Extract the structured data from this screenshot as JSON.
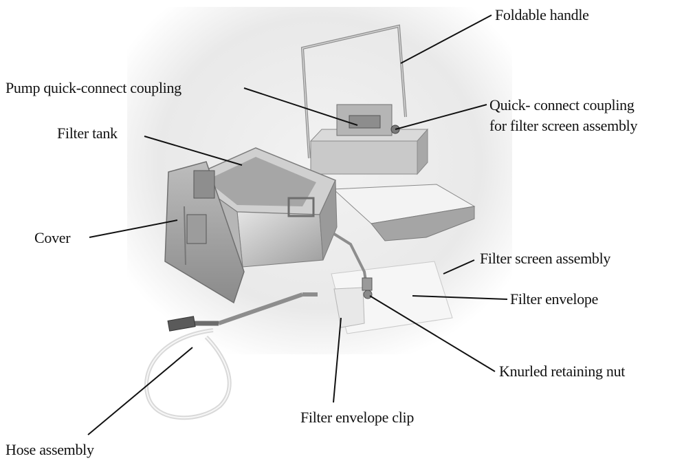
{
  "figure": {
    "labels": {
      "foldable_handle": "Foldable handle",
      "pump_coupling": "Pump quick-connect coupling",
      "quick_connect_line1": "Quick- connect coupling",
      "quick_connect_line2": "for filter screen assembly",
      "filter_tank": "Filter tank",
      "cover": "Cover",
      "filter_screen_assembly": "Filter screen assembly",
      "filter_envelope": "Filter envelope",
      "knurled_nut": "Knurled retaining nut",
      "envelope_clip": "Filter envelope clip",
      "hose_assembly": "Hose assembly"
    }
  },
  "colors": {
    "photo_background": "#ececec",
    "metal_light": "#d8d8d8",
    "metal_mid": "#a9a9a9",
    "metal_dark": "#6e6e6e",
    "leader_line": "#111111"
  }
}
